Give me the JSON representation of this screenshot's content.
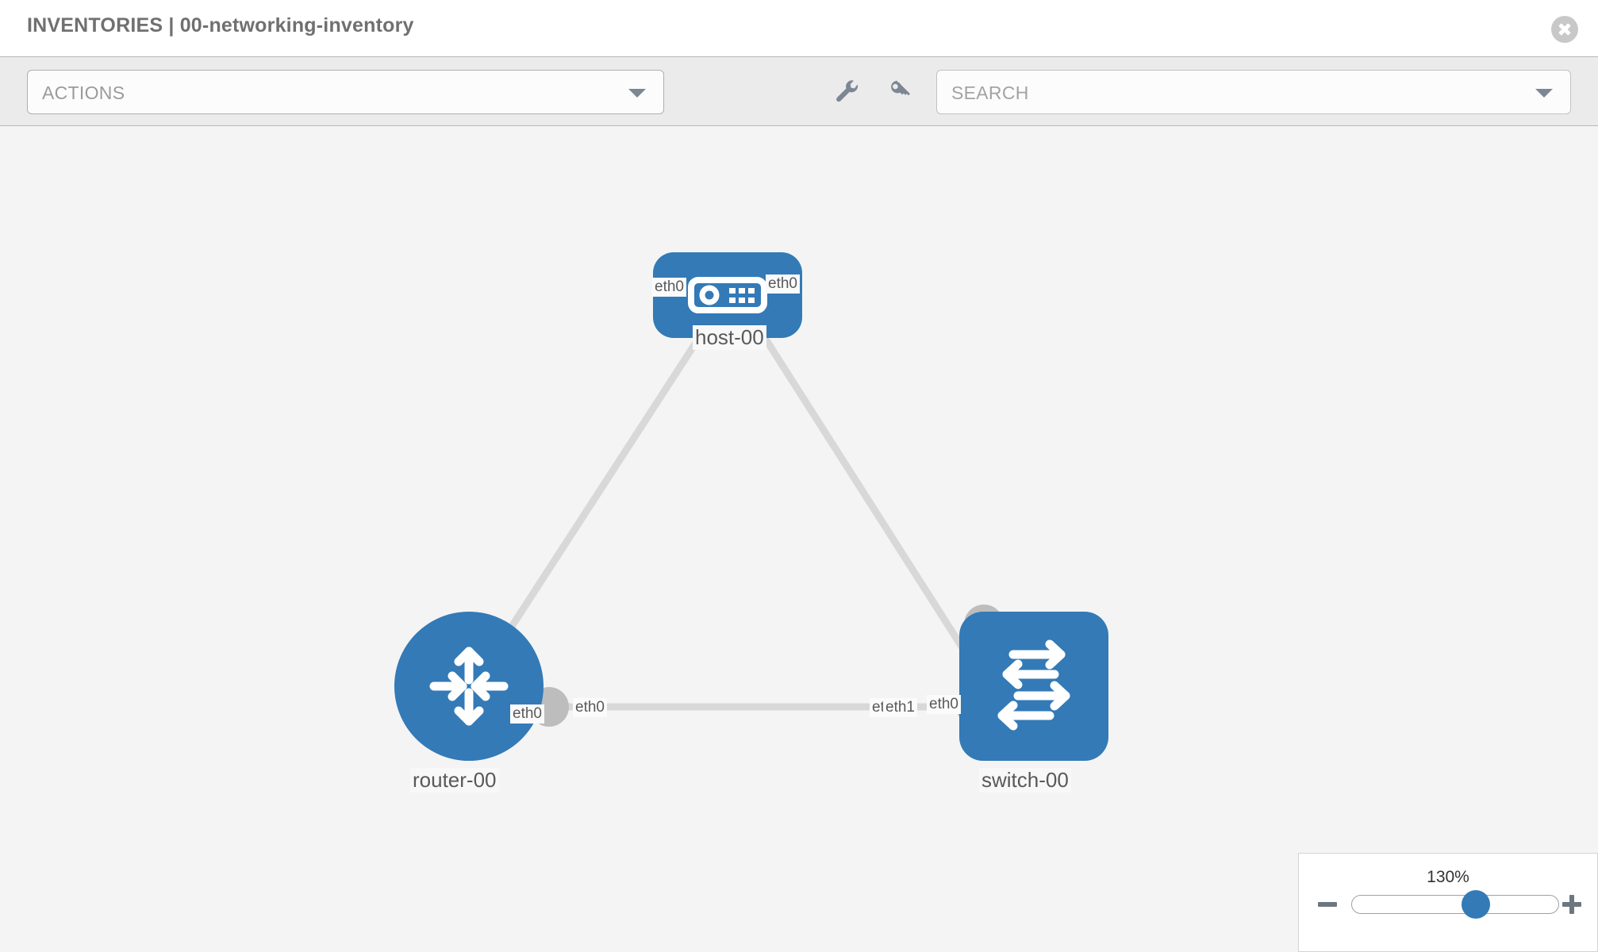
{
  "header": {
    "title": "INVENTORIES | 00-networking-inventory",
    "close_icon": "close-circle-icon"
  },
  "toolbar": {
    "actions_label": "ACTIONS",
    "actions_caret_icon": "chevron-down-icon",
    "wrench_icon": "wrench-icon",
    "key_icon": "key-icon",
    "search_placeholder": "SEARCH",
    "search_caret_icon": "chevron-down-icon"
  },
  "topology": {
    "nodes": [
      {
        "id": "host-00",
        "label": "host-00",
        "icon": "server-icon",
        "shape": "rounded-rect",
        "color": "#337ab7"
      },
      {
        "id": "router-00",
        "label": "router-00",
        "icon": "router-arrows-icon",
        "shape": "circle",
        "color": "#337ab7"
      },
      {
        "id": "switch-00",
        "label": "switch-00",
        "icon": "switch-arrows-icon",
        "shape": "rounded-square",
        "color": "#337ab7"
      }
    ],
    "edges": [
      {
        "from": "host-00",
        "to": "router-00",
        "from_interface": "eth0",
        "to_interface": "eth0"
      },
      {
        "from": "host-00",
        "to": "switch-00",
        "from_interface": "eth0",
        "to_interface": "eth0"
      },
      {
        "from": "router-00",
        "to": "switch-00",
        "from_interface": "eth0",
        "to_interface": "eth1",
        "overlap_interface": "eth"
      }
    ],
    "edge_color": "#d8d8d8",
    "endpoint_color": "#bdbdbd"
  },
  "zoom_control": {
    "value_label": "130%",
    "minus_icon": "minus-icon",
    "plus_icon": "plus-icon",
    "slider_position_percent": 60
  }
}
